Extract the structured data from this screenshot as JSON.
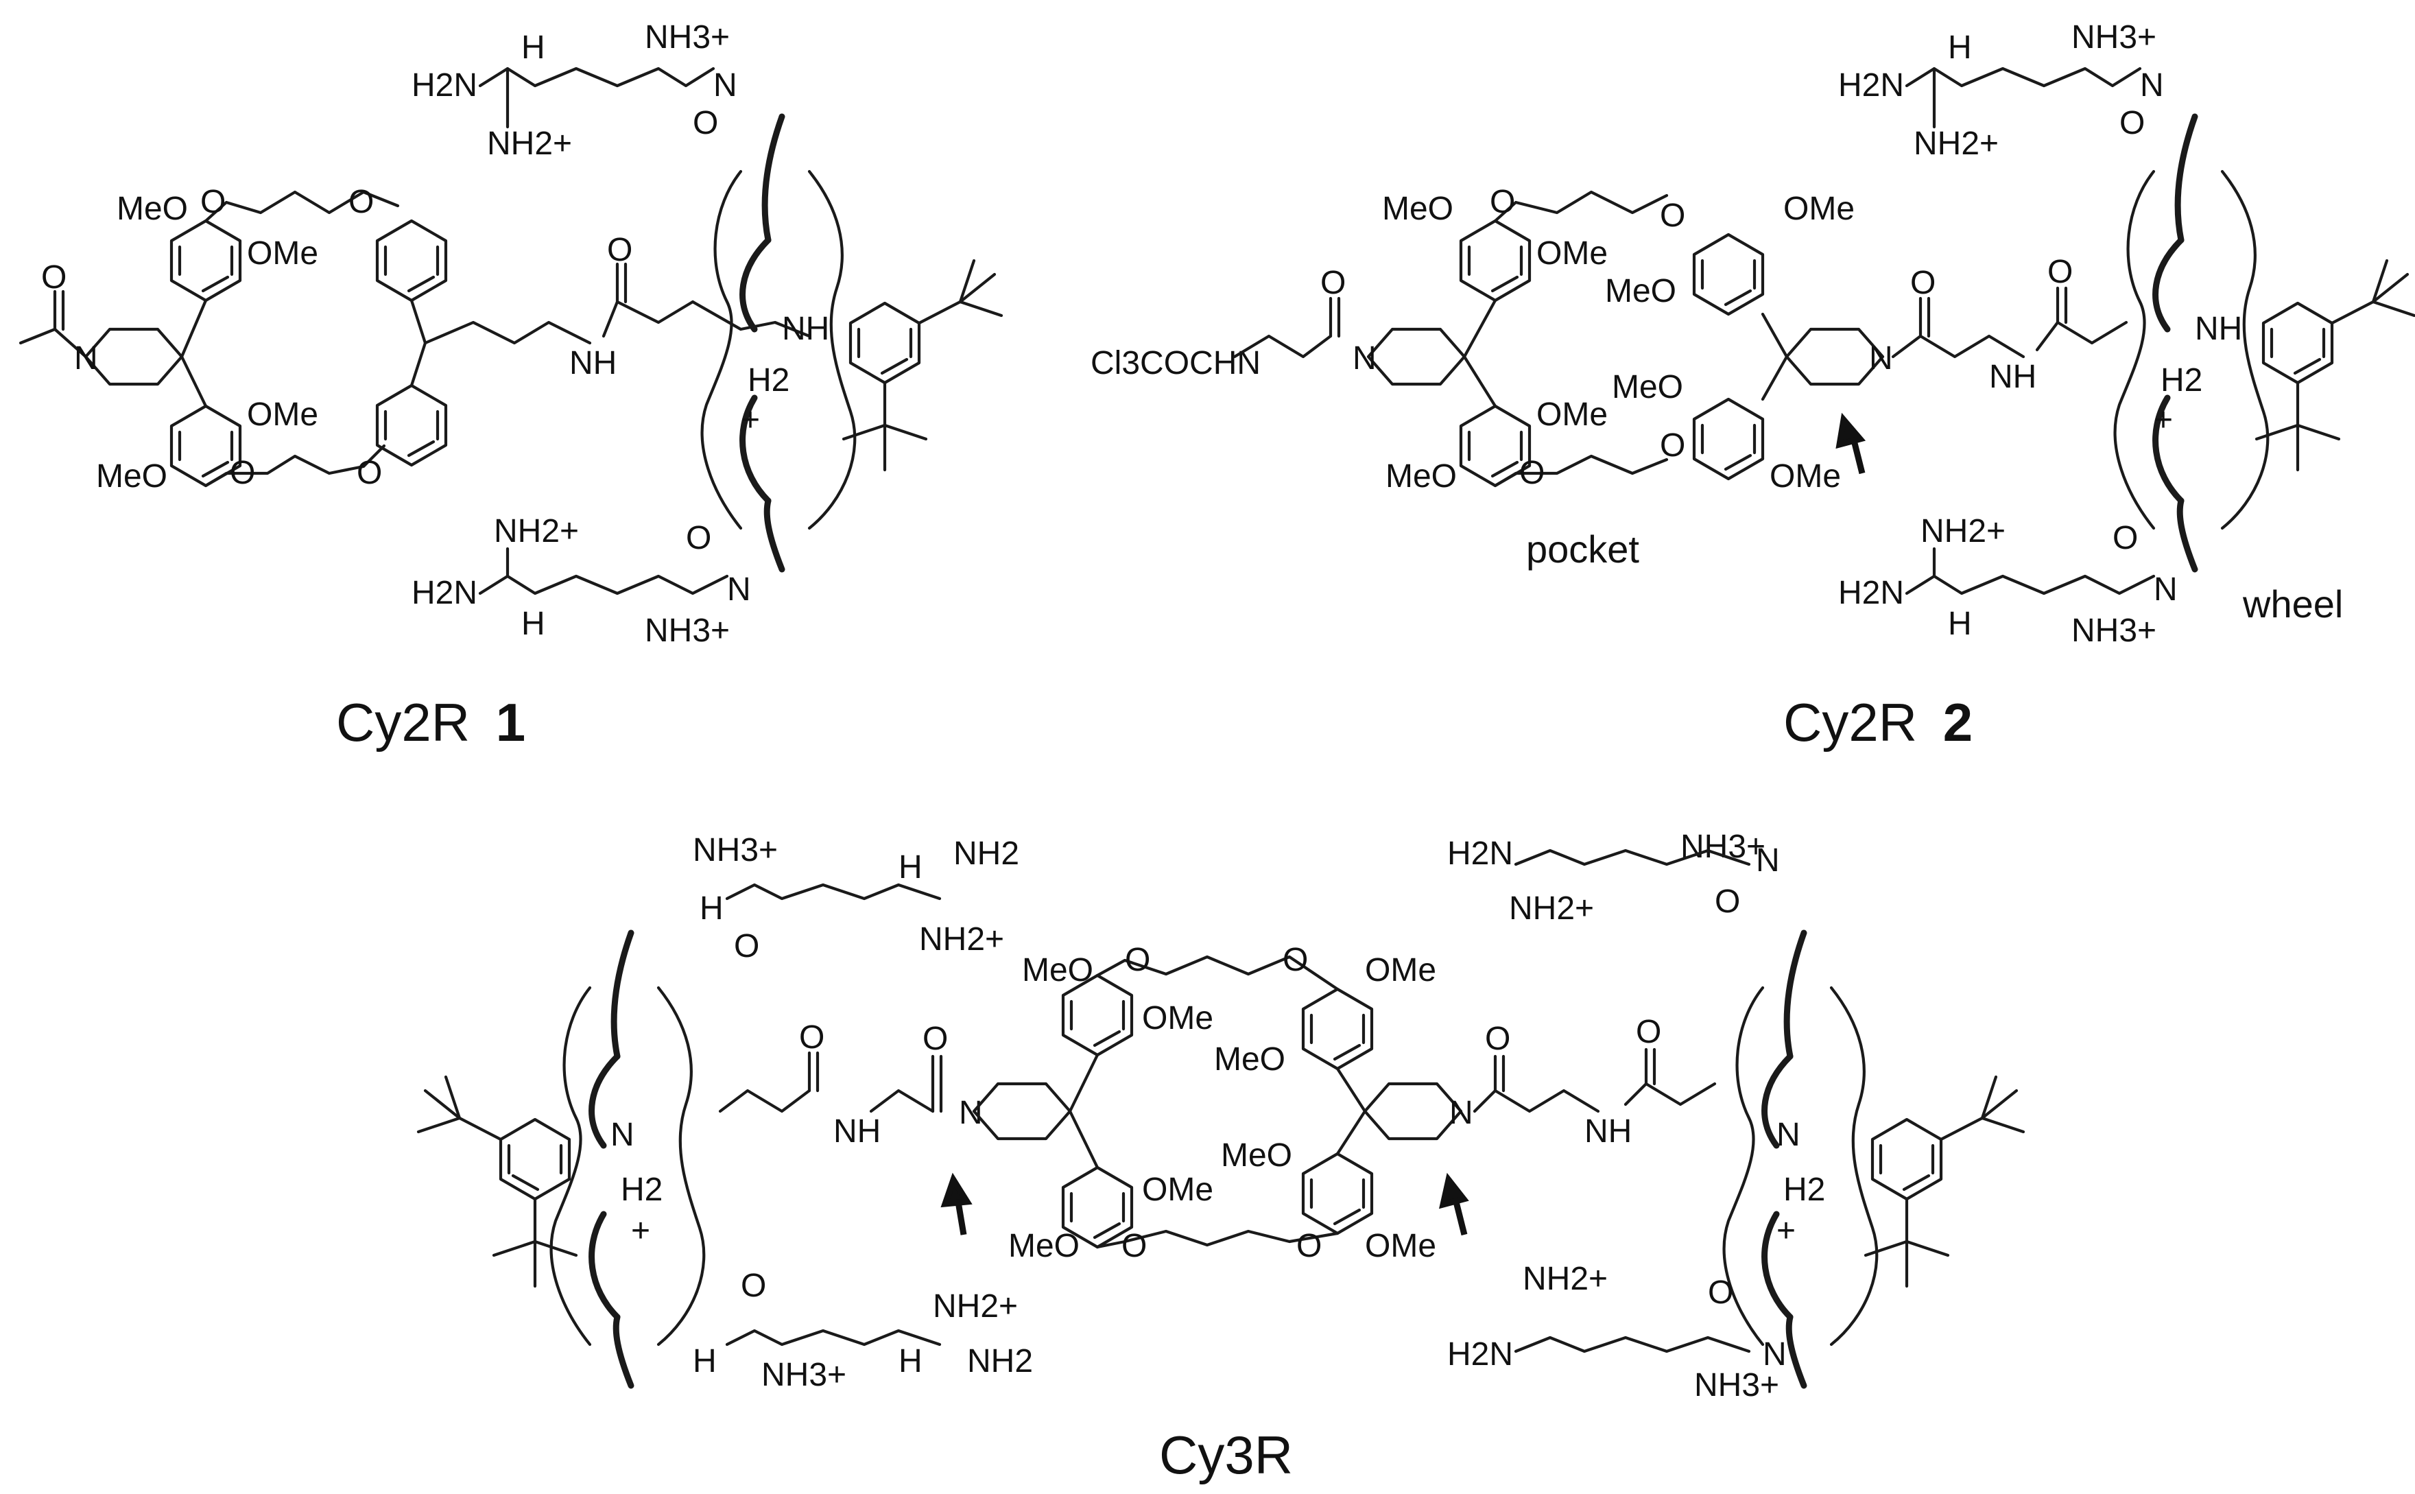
{
  "captions": {
    "cy2r1_text": "Cy2R",
    "cy2r1_num": "1",
    "cy2r2_text": "Cy2R",
    "cy2r2_num": "2",
    "cy3r": "Cy3R"
  },
  "labels": {
    "pocket": "pocket",
    "wheel": "wheel"
  },
  "atoms": {
    "h2n": "H2N",
    "h": "H",
    "nh3": "NH3+",
    "nh2p": "NH2+",
    "nh2": "NH2",
    "o": "O",
    "n": "N",
    "nh": "NH",
    "ome": "OMe",
    "meo": "MeO",
    "plus": "+",
    "h2": "H2",
    "cl3cochn": "Cl3COCHN"
  }
}
